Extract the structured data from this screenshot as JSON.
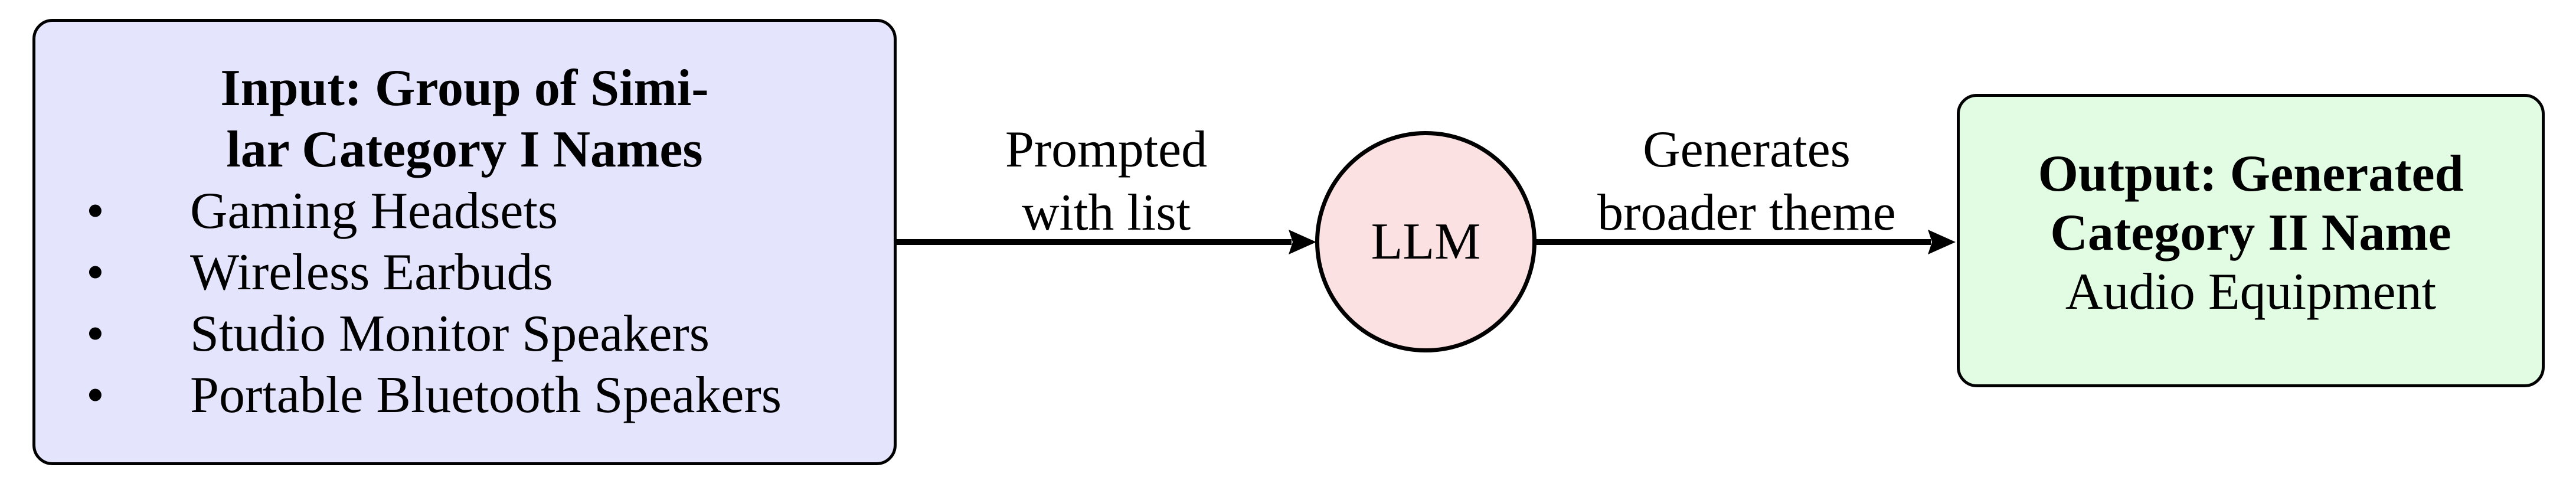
{
  "canvas": {
    "background": "#FFFFFF"
  },
  "input_box": {
    "fill": "#E4E4FC",
    "border_color": "#000000",
    "title_line1": "Input: Group of Simi-",
    "title_line2": "lar Category I Names",
    "bullet_glyph": "•",
    "items": [
      "Gaming Headsets",
      "Wireless Earbuds",
      "Studio Monitor Speakers",
      "Portable Bluetooth Speakers"
    ]
  },
  "arrow1": {
    "label_line1": "Prompted",
    "label_line2": "with list",
    "color": "#000000"
  },
  "llm_node": {
    "label": "LLM",
    "fill": "#FCE1E3",
    "border_color": "#000000"
  },
  "arrow2": {
    "label_line1": "Generates",
    "label_line2": "broader theme",
    "color": "#000000"
  },
  "output_box": {
    "fill": "#E2FCE4",
    "border_color": "#000000",
    "title_line1": "Output: Generated",
    "title_line2": "Category II Name",
    "value": "Audio Equipment"
  }
}
